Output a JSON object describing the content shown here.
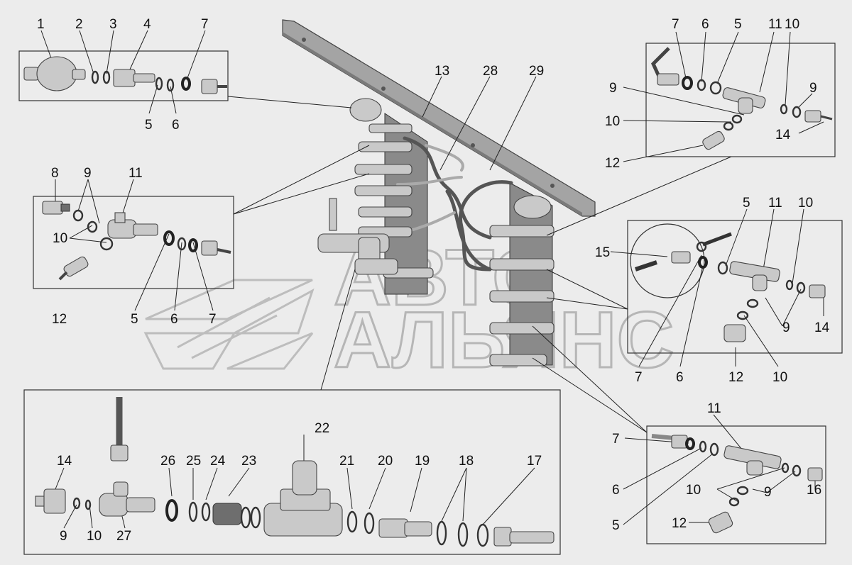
{
  "labels": {
    "a1": "1",
    "a2": "2",
    "a3": "3",
    "a4": "4",
    "a7": "7",
    "a5": "5",
    "a6": "6",
    "m13": "13",
    "m28": "28",
    "m29": "29",
    "b8": "8",
    "b9": "9",
    "b11": "11",
    "b10": "10",
    "b12": "12",
    "b5": "5",
    "b6": "6",
    "b7": "7",
    "c7": "7",
    "c6": "6",
    "c5": "5",
    "c11": "11",
    "c10": "10",
    "c9a": "9",
    "c9b": "9",
    "c10b": "10",
    "c14": "14",
    "c12": "12",
    "d5": "5",
    "d11": "11",
    "d10": "10",
    "d15": "15",
    "d9": "9",
    "d14": "14",
    "d7": "7",
    "d6": "6",
    "d12": "12",
    "d10b": "10",
    "e11": "11",
    "e7": "7",
    "e6": "6",
    "e10": "10",
    "e9": "9",
    "e16": "16",
    "e12": "12",
    "e5": "5",
    "f22": "22",
    "f26": "26",
    "f25": "25",
    "f24": "24",
    "f23": "23",
    "f21": "21",
    "f20": "20",
    "f19": "19",
    "f18": "18",
    "f17": "17",
    "f14": "14",
    "f9": "9",
    "f10": "10",
    "f27": "27"
  },
  "watermark": {
    "line1": "АВТО",
    "line2": "АЛЬЯНС"
  },
  "icons": [
    "gauge-sensor-icon",
    "pressure-sensor-icon",
    "tee-fitting-icon",
    "pressure-valve-icon",
    "union-nut-icon",
    "washer-icon",
    "bracket-icon",
    "hose-icon"
  ]
}
